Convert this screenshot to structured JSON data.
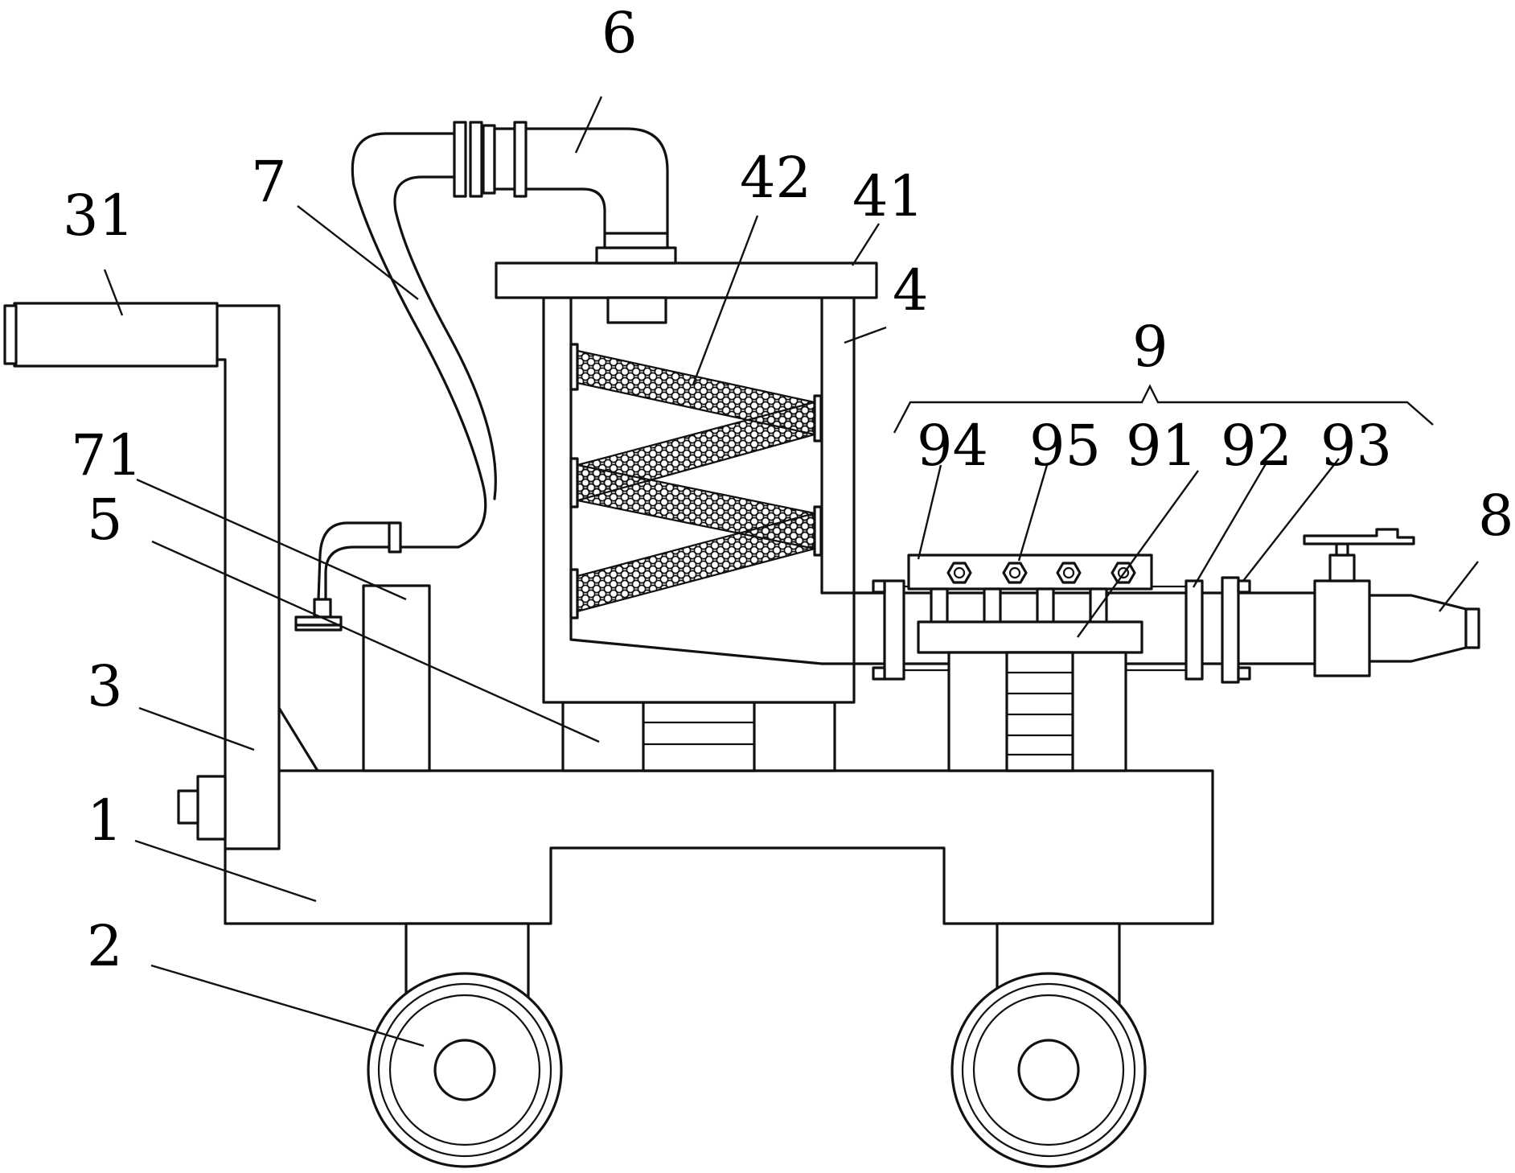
{
  "labels": {
    "l1": "1",
    "l2": "2",
    "l3": "3",
    "l31": "31",
    "l4": "4",
    "l41": "41",
    "l42": "42",
    "l5": "5",
    "l6": "6",
    "l7": "7",
    "l71": "71",
    "l8": "8",
    "l9": "9",
    "l91": "91",
    "l92": "92",
    "l93": "93",
    "l94": "94",
    "l95": "95"
  },
  "colors": {
    "line": "#111111",
    "background": "#ffffff"
  }
}
